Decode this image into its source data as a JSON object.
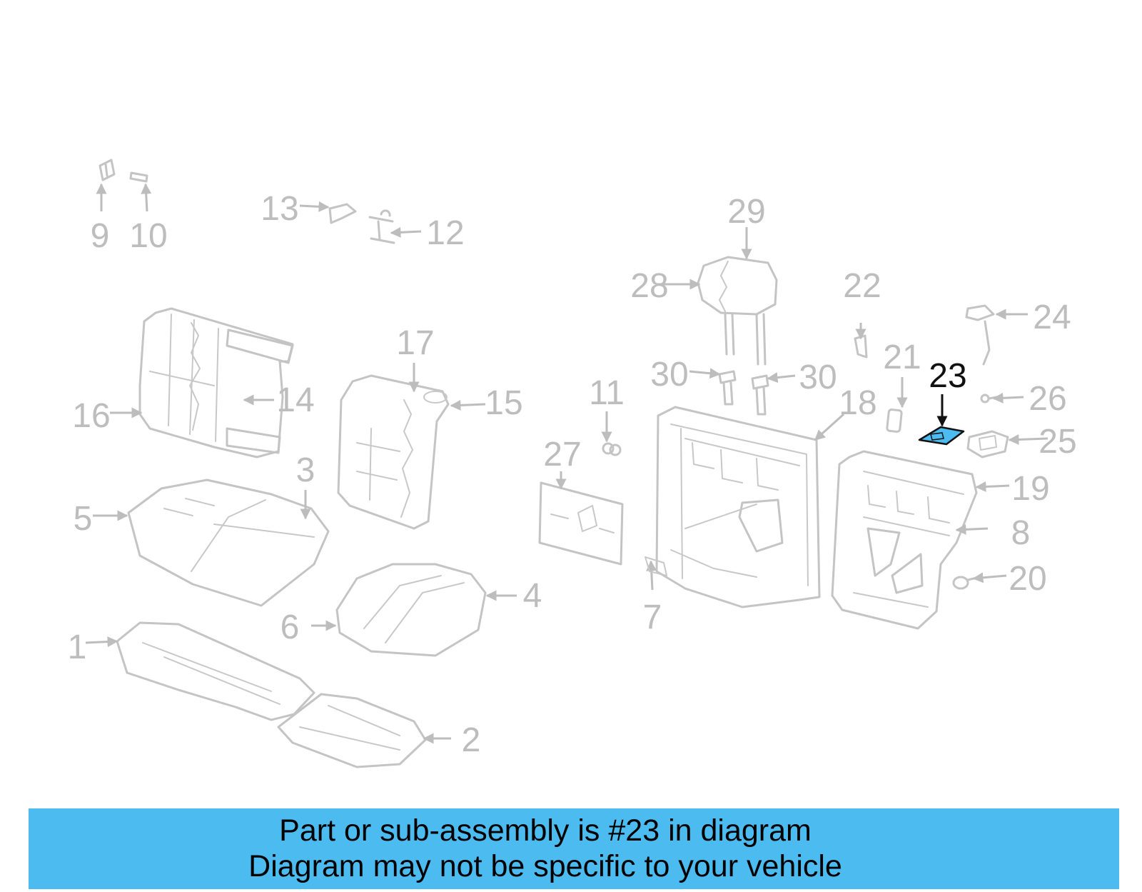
{
  "caption": {
    "line1": "Part or sub-assembly is #23 in diagram",
    "line2": "Diagram may not be specific to your vehicle"
  },
  "diagram": {
    "highlighted_part": "23",
    "highlight_color": "#4cbbf0",
    "caption_bar_color": "#4cbbf0",
    "labels": [
      "1",
      "2",
      "3",
      "4",
      "5",
      "6",
      "7",
      "8",
      "9",
      "10",
      "11",
      "12",
      "13",
      "14",
      "15",
      "16",
      "17",
      "18",
      "19",
      "20",
      "21",
      "22",
      "23",
      "24",
      "25",
      "26",
      "27",
      "28",
      "29",
      "30",
      "30"
    ]
  }
}
